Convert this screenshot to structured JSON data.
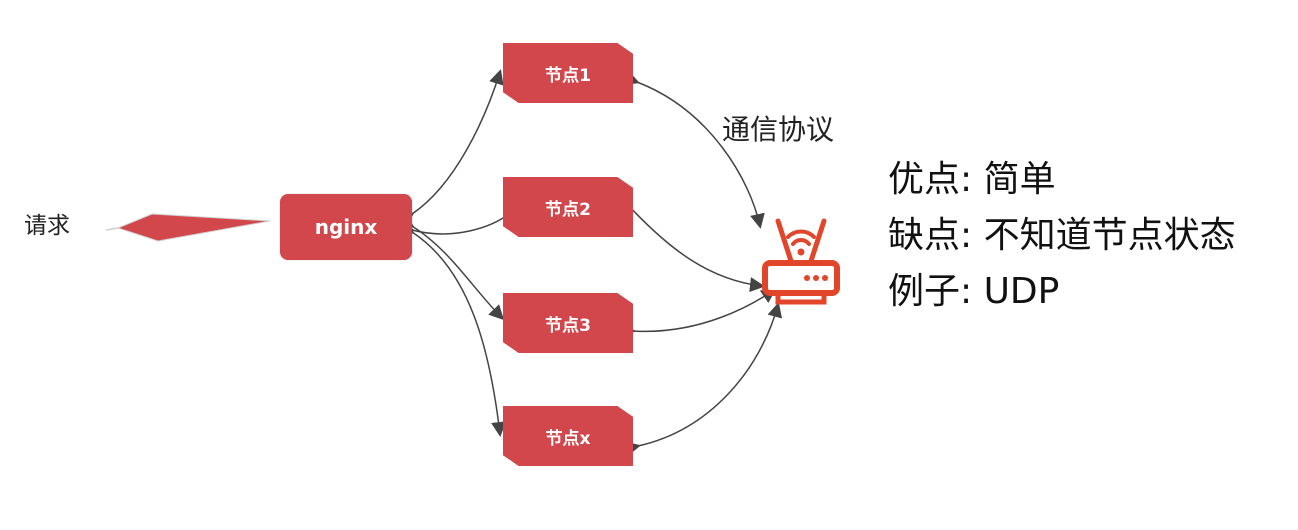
{
  "request_label": "请求",
  "nginx_label": "nginx",
  "nodes": [
    {
      "label": "节点1"
    },
    {
      "label": "节点2"
    },
    {
      "label": "节点3"
    },
    {
      "label": "节点x"
    }
  ],
  "protocol_label": "通信协议",
  "info_lines": [
    "优点: 简单",
    "缺点: 不知道节点状态",
    "例子: UDP"
  ],
  "colors": {
    "box": "#d2474c",
    "router": "#e1462b",
    "arrow": "#444444"
  }
}
